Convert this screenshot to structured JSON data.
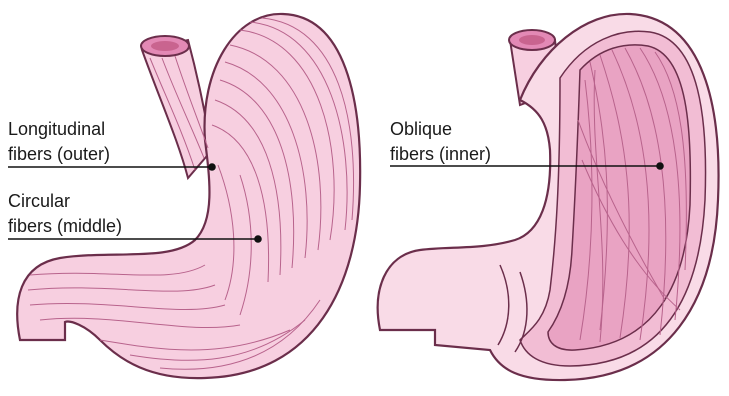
{
  "labels": {
    "longitudinal_line1": "Longitudinal",
    "longitudinal_line2": "fibers (outer)",
    "circular_line1": "Circular",
    "circular_line2": "fibers (middle)",
    "oblique_line1": "Oblique",
    "oblique_line2": "fibers (inner)"
  },
  "colors": {
    "tissue_light": "#f7cfe0",
    "tissue_mid": "#efaccb",
    "tissue_deep": "#e389b5",
    "outline": "#6b2e4b",
    "fiber": "#b8638c",
    "leader": "#111111"
  }
}
